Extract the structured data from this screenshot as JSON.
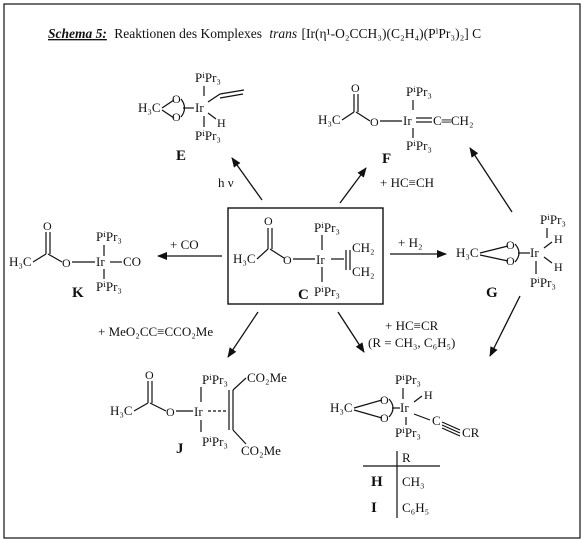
{
  "title": {
    "prefix": "Schema 5:",
    "text": "Reaktionen des Komplexes",
    "isomer": "trans",
    "formula": "[Ir(η¹-O₂CCH₃)(C₂H₄)(PⁱPr₃)₂] C"
  },
  "compounds": {
    "C": {
      "label": "C",
      "acetate": "H₃C",
      "ir": "Ir",
      "p_top": "PⁱPr₃",
      "p_bottom": "PⁱPr₃",
      "ch2_top": "CH₂",
      "ch2_bottom": "CH₂"
    },
    "E": {
      "label": "E",
      "acetate": "H₃C",
      "ir": "Ir",
      "p_top": "PⁱPr₃",
      "p_bottom": "PⁱPr₃",
      "h": "H"
    },
    "F": {
      "label": "F",
      "acetate": "H₃C",
      "ir": "Ir",
      "p_top": "PⁱPr₃",
      "p_bottom": "PⁱPr₃",
      "vinylidene": "C═CH₂"
    },
    "G": {
      "label": "G",
      "acetate": "H₃C",
      "ir": "Ir",
      "p_top": "PⁱPr₃",
      "p_bottom": "PⁱPr₃",
      "h1": "H",
      "h2": "H"
    },
    "K": {
      "label": "K",
      "acetate": "H₃C",
      "ir": "Ir",
      "p_top": "PⁱPr₃",
      "p_bottom": "PⁱPr₃",
      "co": "CO"
    },
    "J": {
      "label": "J",
      "acetate": "H₃C",
      "ir": "Ir",
      "p_top": "PⁱPr₃",
      "p_bottom": "PⁱPr₃",
      "ester_top": "CO₂Me",
      "ester_bottom": "CO₂Me"
    },
    "HI": {
      "ir": "Ir",
      "acetate": "H₃C",
      "p_top": "PⁱPr₃",
      "p_bottom": "PⁱPr₃",
      "h": "H",
      "alkynyl_r": "CR"
    }
  },
  "reagents": {
    "hv": "h ν",
    "acetylene": "+ HC≡CH",
    "co": "+ CO",
    "h2": "+ H₂",
    "alkyne": "+ HC≡CR",
    "alkyne_note": "(R = CH₃, C₆H₅)",
    "dmad": "+ MeO₂CC≡CCO₂Me"
  },
  "r_table": {
    "header": "R",
    "rows": [
      {
        "label": "H",
        "value": "CH₃"
      },
      {
        "label": "I",
        "value": "C₆H₅"
      }
    ]
  }
}
